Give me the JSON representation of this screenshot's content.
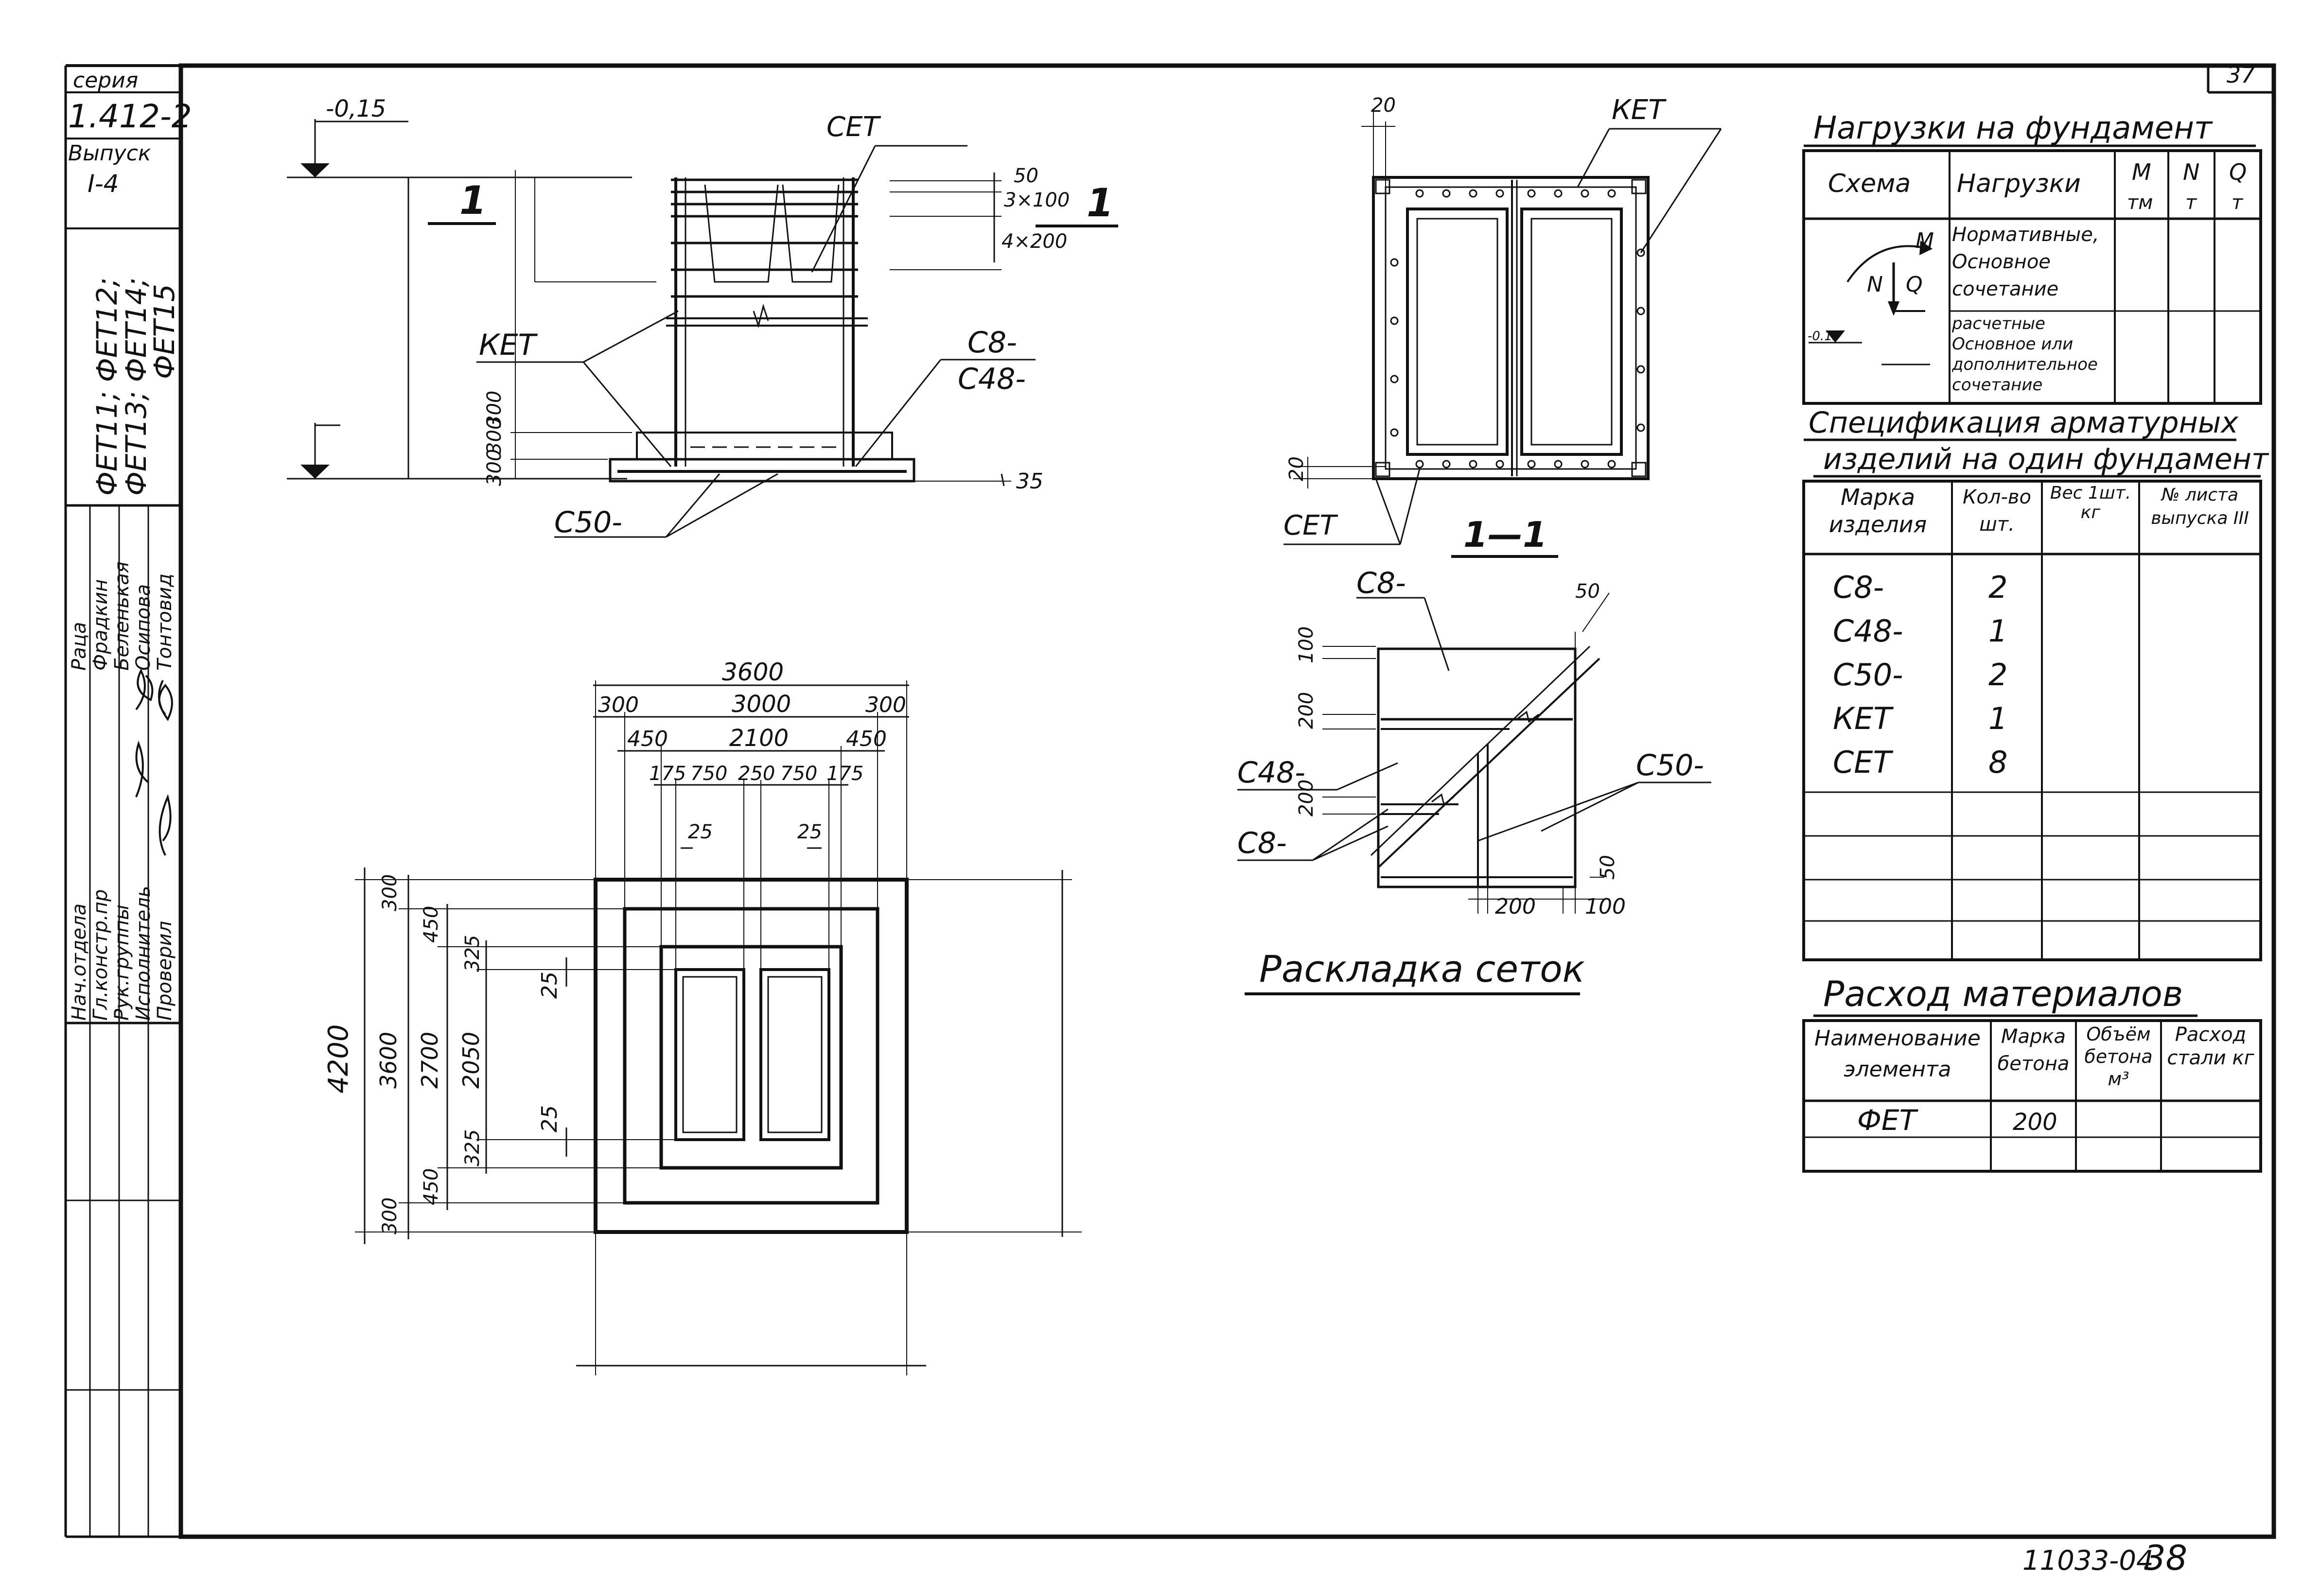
{
  "page_number": "37",
  "doc_code": "11033-04",
  "doc_page": "38",
  "stamp": {
    "series_label": "серия",
    "series": "1.412-2",
    "issue_label": "Выпуск",
    "issue": "I-4",
    "marks": [
      "ФЕТ11; ФЕТ12;",
      "ФЕТ13; ФЕТ14;",
      "ФЕТ15"
    ],
    "roles": [
      "Нач.отдела",
      "Гл.констр.пр",
      "Рук.группы",
      "Исполнитель",
      "Проверил"
    ],
    "names": [
      "Раца",
      "Фрадкин",
      "Беленькая",
      "Осипова",
      "Тонтовид"
    ]
  },
  "elevation": {
    "section_mark": "1",
    "level_top": "-0,15",
    "callouts": {
      "cet": "СЕТ",
      "ket": "КЕТ",
      "c8": "С8-",
      "c48": "С48-",
      "c50": "С50-"
    },
    "dims": {
      "d50": "50",
      "d3x100": "3×100",
      "d4x200": "4×200",
      "d300a": "300",
      "d300b": "300",
      "d300c": "300",
      "d35": "35"
    }
  },
  "plan": {
    "top_dims": {
      "total": "3600",
      "outer_l": "300",
      "mid": "3000",
      "outer_r": "300",
      "step_l": "450",
      "step_mid": "2100",
      "step_r": "450",
      "a": "175",
      "b": "750",
      "c": "250",
      "d": "750",
      "e": "175",
      "g1": "25",
      "g2": "25"
    },
    "left_dims": {
      "total": "4200",
      "outer": "3600",
      "step": "2700",
      "inner": "2050",
      "o1": "300",
      "s1": "450",
      "i1": "325",
      "g1": "25",
      "g2": "25",
      "i2": "325",
      "s2": "450",
      "o2": "300"
    }
  },
  "section11": {
    "title": "1—1",
    "ket": "КЕТ",
    "cet": "СЕТ",
    "d20a": "20",
    "d20b": "20"
  },
  "mesh": {
    "title": "Раскладка сеток",
    "labels": {
      "c8a": "С8-",
      "c48": "С48-",
      "c8b": "С8-",
      "c50": "С50-"
    },
    "dims": {
      "d100": "100",
      "d200a": "200",
      "d200b": "200",
      "d50a": "50",
      "d50b": "50",
      "d200c": "200",
      "d100b": "100"
    }
  },
  "loads": {
    "title": "Нагрузки на фундамент",
    "headers": {
      "scheme": "Схема",
      "loads": "Нагрузки",
      "m": "M",
      "m_unit": "тм",
      "n": "N",
      "n_unit": "т",
      "q": "Q",
      "q_unit": "т"
    },
    "rows": [
      {
        "label": "Нормативные, Основное сочетание"
      },
      {
        "label": "расчетные Основное или дополнительное сочетание"
      }
    ],
    "scheme": {
      "m": "M",
      "n": "N",
      "q": "Q",
      "level": "-0.15"
    }
  },
  "spec": {
    "title_line1": "Спецификация арматурных",
    "title_line2": "изделий на один фундамент",
    "headers": {
      "mark": "Марка изделия",
      "qty": "Кол-во шт.",
      "weight": "Вес 1шт. кг",
      "sheet": "№ листа выпуска III"
    },
    "rows": [
      {
        "mark": "С8-",
        "qty": "2"
      },
      {
        "mark": "С48-",
        "qty": "1"
      },
      {
        "mark": "С50-",
        "qty": "2"
      },
      {
        "mark": "КЕТ",
        "qty": "1"
      },
      {
        "mark": "СЕТ",
        "qty": "8"
      }
    ]
  },
  "materials": {
    "title": "Расход материалов",
    "headers": {
      "name": "Наименование элемента",
      "grade": "Марка бетона",
      "volume": "Объём бетона м³",
      "steel": "Расход стали кг"
    },
    "rows": [
      {
        "name": "ФЕТ",
        "grade": "200"
      }
    ]
  }
}
